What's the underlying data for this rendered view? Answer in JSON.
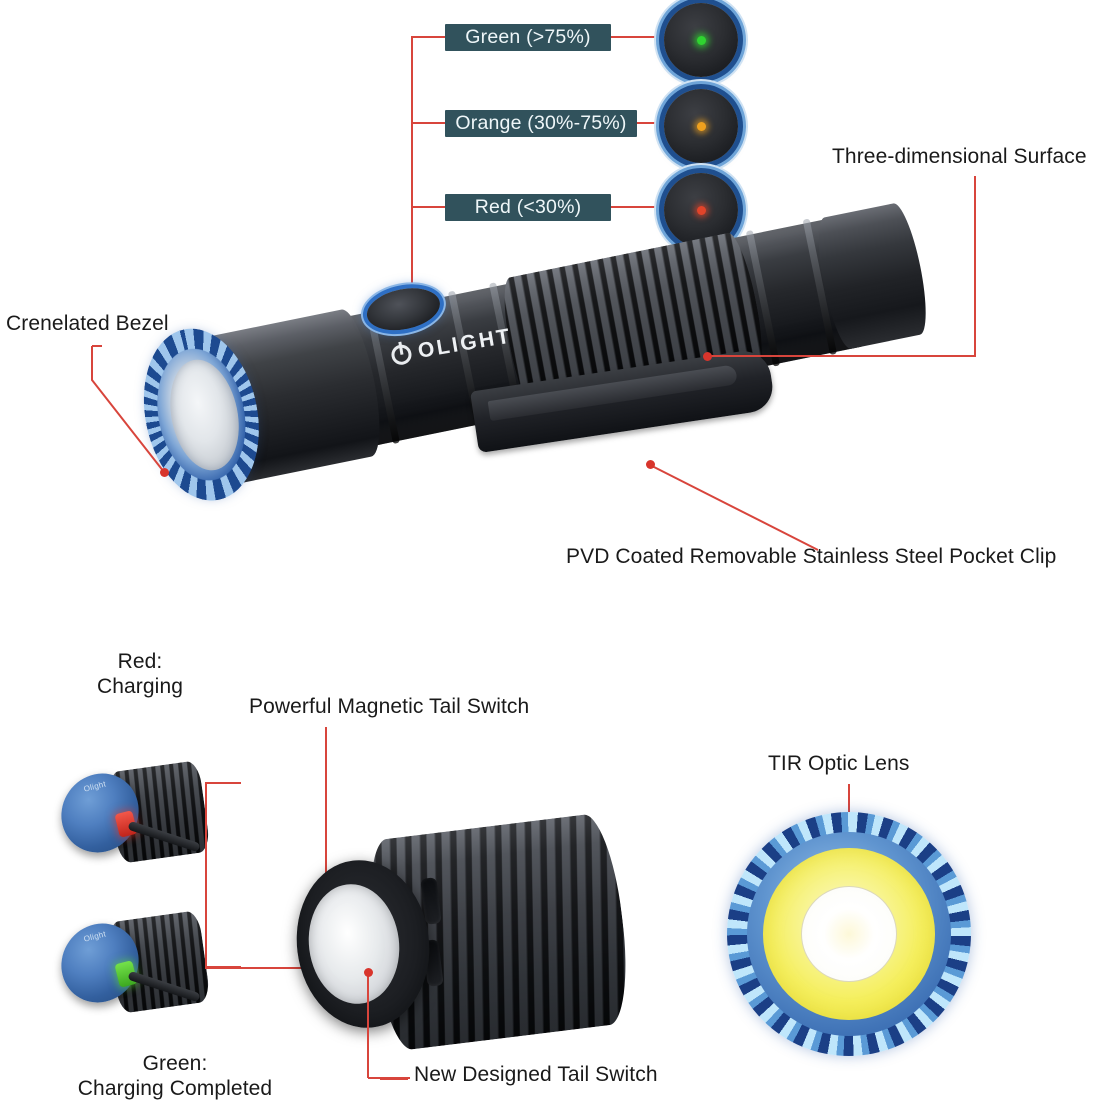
{
  "page": {
    "title": "Olight M2R Pro Warrior Feature Callouts",
    "background": "#ffffff",
    "accent_line_color": "#d8453c",
    "tag_bg_color": "#31525c",
    "tag_text_color": "#eef6f8"
  },
  "battery_indicator": {
    "levels": [
      {
        "id": "green",
        "label": "Green (>75%)",
        "led_color": "#2fd430"
      },
      {
        "id": "orange",
        "label": "Orange (30%-75%)",
        "led_color": "#f0a11e"
      },
      {
        "id": "red",
        "label": "Red (<30%)",
        "led_color": "#e2442a"
      }
    ]
  },
  "callouts": {
    "crenelated_bezel": "Crenelated Bezel",
    "three_dimensional_surface": "Three-dimensional Surface",
    "pocket_clip": "PVD Coated Removable Stainless Steel Pocket Clip",
    "magnetic_tail_switch": "Powerful Magnetic Tail Switch",
    "new_designed_tail_switch": "New Designed Tail Switch",
    "tir_optic_lens": "TIR Optic Lens"
  },
  "charging": {
    "red": {
      "line1": "Red:",
      "line2": "Charging",
      "led_color": "#e2442a"
    },
    "green": {
      "line1": "Green:",
      "line2": "Charging Completed",
      "led_color": "#3ca81f"
    }
  },
  "product": {
    "brand": "OLIGHT",
    "dock_label": "Olight"
  }
}
